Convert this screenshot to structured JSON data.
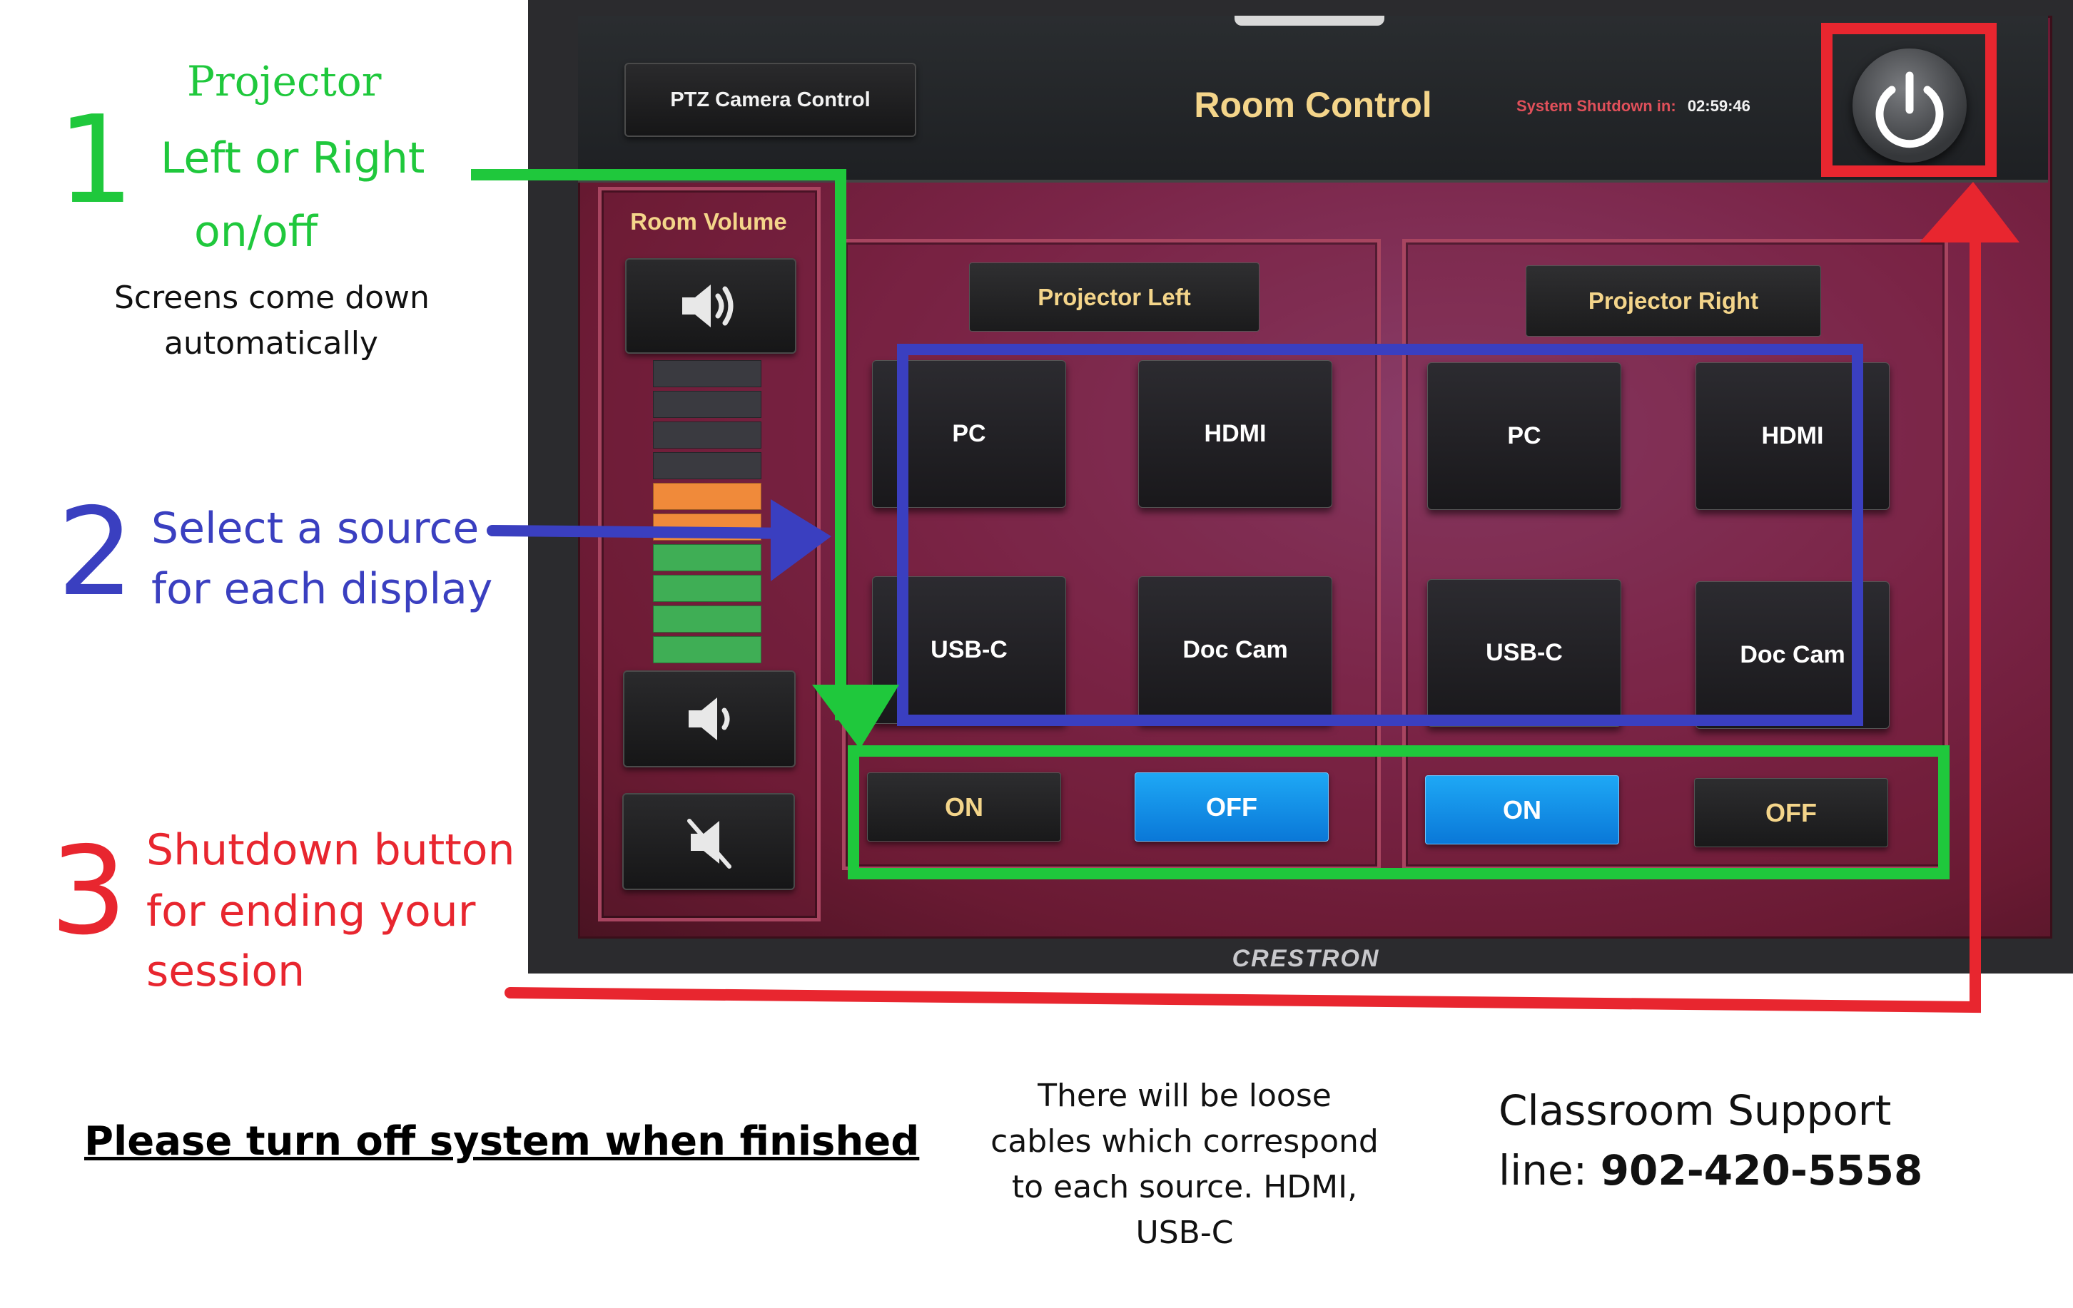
{
  "panel": {
    "ptz_button": "PTZ Camera Control",
    "title": "Room Control",
    "shutdown_label": "System Shutdown in:",
    "shutdown_time": "02:59:46",
    "room_volume_label": "Room Volume",
    "volume_level": 0.6,
    "brand": "CRESTRON",
    "projectors": [
      {
        "label": "Projector Left",
        "sources": [
          "PC",
          "HDMI",
          "USB-C",
          "Doc Cam"
        ],
        "on_label": "ON",
        "off_label": "OFF",
        "state": "OFF"
      },
      {
        "label": "Projector Right",
        "sources": [
          "PC",
          "HDMI",
          "USB-C",
          "Doc Cam"
        ],
        "on_label": "ON",
        "off_label": "OFF",
        "state": "ON"
      }
    ],
    "icons": [
      "power-icon",
      "volume-up-icon",
      "volume-down-icon",
      "mute-icon"
    ]
  },
  "annotations": {
    "step1": {
      "number": "1",
      "line1": "Projector",
      "line2": "Left or Right",
      "line3": "on/off",
      "note1": "Screens come down",
      "note2": "automatically",
      "color": "#1fc83c"
    },
    "step2": {
      "number": "2",
      "line1": "Select a source",
      "line2": "for each display",
      "color": "#3a3fc0"
    },
    "step3": {
      "number": "3",
      "line1": "Shutdown button",
      "line2": "for ending your",
      "line3": "session",
      "color": "#e8262f"
    }
  },
  "footer": {
    "reminder": "Please turn off system when finished",
    "cables_line1": "There will be loose",
    "cables_line2": "cables which correspond",
    "cables_line3": "to each source. HDMI,",
    "cables_line4": "USB-C",
    "support_line1": "Classroom Support",
    "support_prefix": "line: ",
    "support_number": "902-420-5558"
  },
  "colors": {
    "green": "#1fc83c",
    "blue": "#3a3fc0",
    "red": "#e8262f",
    "gold": "#f4d58a",
    "accent_blue": "#1e90f0"
  }
}
